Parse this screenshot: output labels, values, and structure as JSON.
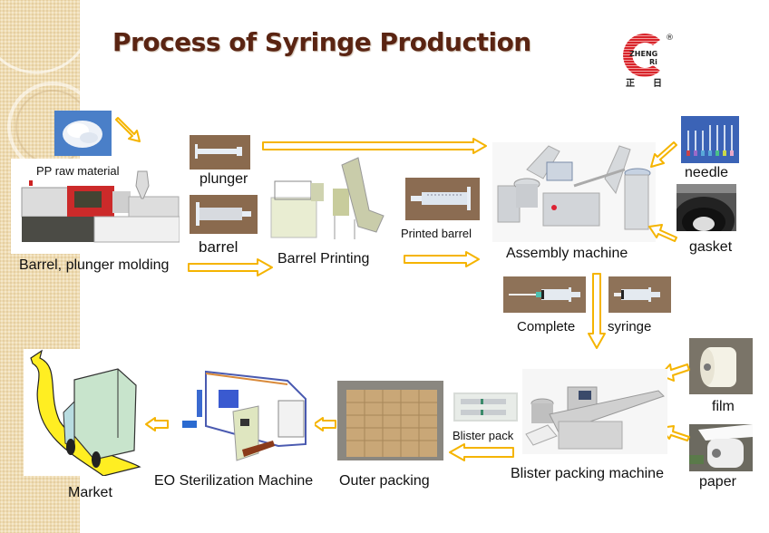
{
  "title": "Process of Syringe Production",
  "logo": {
    "line1": "ZHENG",
    "line2": "Ri",
    "registered": "®",
    "cn_left": "正",
    "cn_right": "日",
    "brand_color": "#d8232a"
  },
  "colors": {
    "title": "#5a2412",
    "arrow": "#f5b400",
    "side_band": "#efdcb2"
  },
  "steps": {
    "pp_raw_material": "PP raw material",
    "molding": "Barrel, plunger molding",
    "plunger": "plunger",
    "barrel": "barrel",
    "barrel_printing": "Barrel Printing",
    "printed_barrel": "Printed barrel",
    "assembly_machine": "Assembly machine",
    "needle": "needle",
    "gasket": "gasket",
    "complete": "Complete",
    "syringe": "syringe",
    "blister_packing_machine": "Blister packing machine",
    "film": "film",
    "paper": "paper",
    "blister_pack": "Blister pack",
    "outer_packing": "Outer packing",
    "eo_sterilization": "EO Sterilization Machine",
    "market": "Market"
  },
  "images": {
    "pp_pellets": "pp-pellets-photo",
    "molding_machine": "injection-molding-machine-photo",
    "plunger": "plunger-photo",
    "barrel": "barrel-photo",
    "printing_machine": "barrel-printing-machine-photo",
    "printed_barrel": "printed-barrel-photo",
    "assembly_machine": "assembly-machine-photo",
    "needle": "needles-photo",
    "gasket": "gasket-bowl-photo",
    "syringe_with_needle": "syringe-with-needle-photo",
    "syringe": "syringe-photo",
    "blister_machine": "blister-packing-machine-photo",
    "film": "film-roll-photo",
    "paper": "paper-roll-photo",
    "blister_pack": "blister-pack-photo",
    "cartons": "carton-stack-photo",
    "eo_machine": "eo-sterilization-machine-illustration",
    "truck": "delivery-truck-illustration"
  }
}
